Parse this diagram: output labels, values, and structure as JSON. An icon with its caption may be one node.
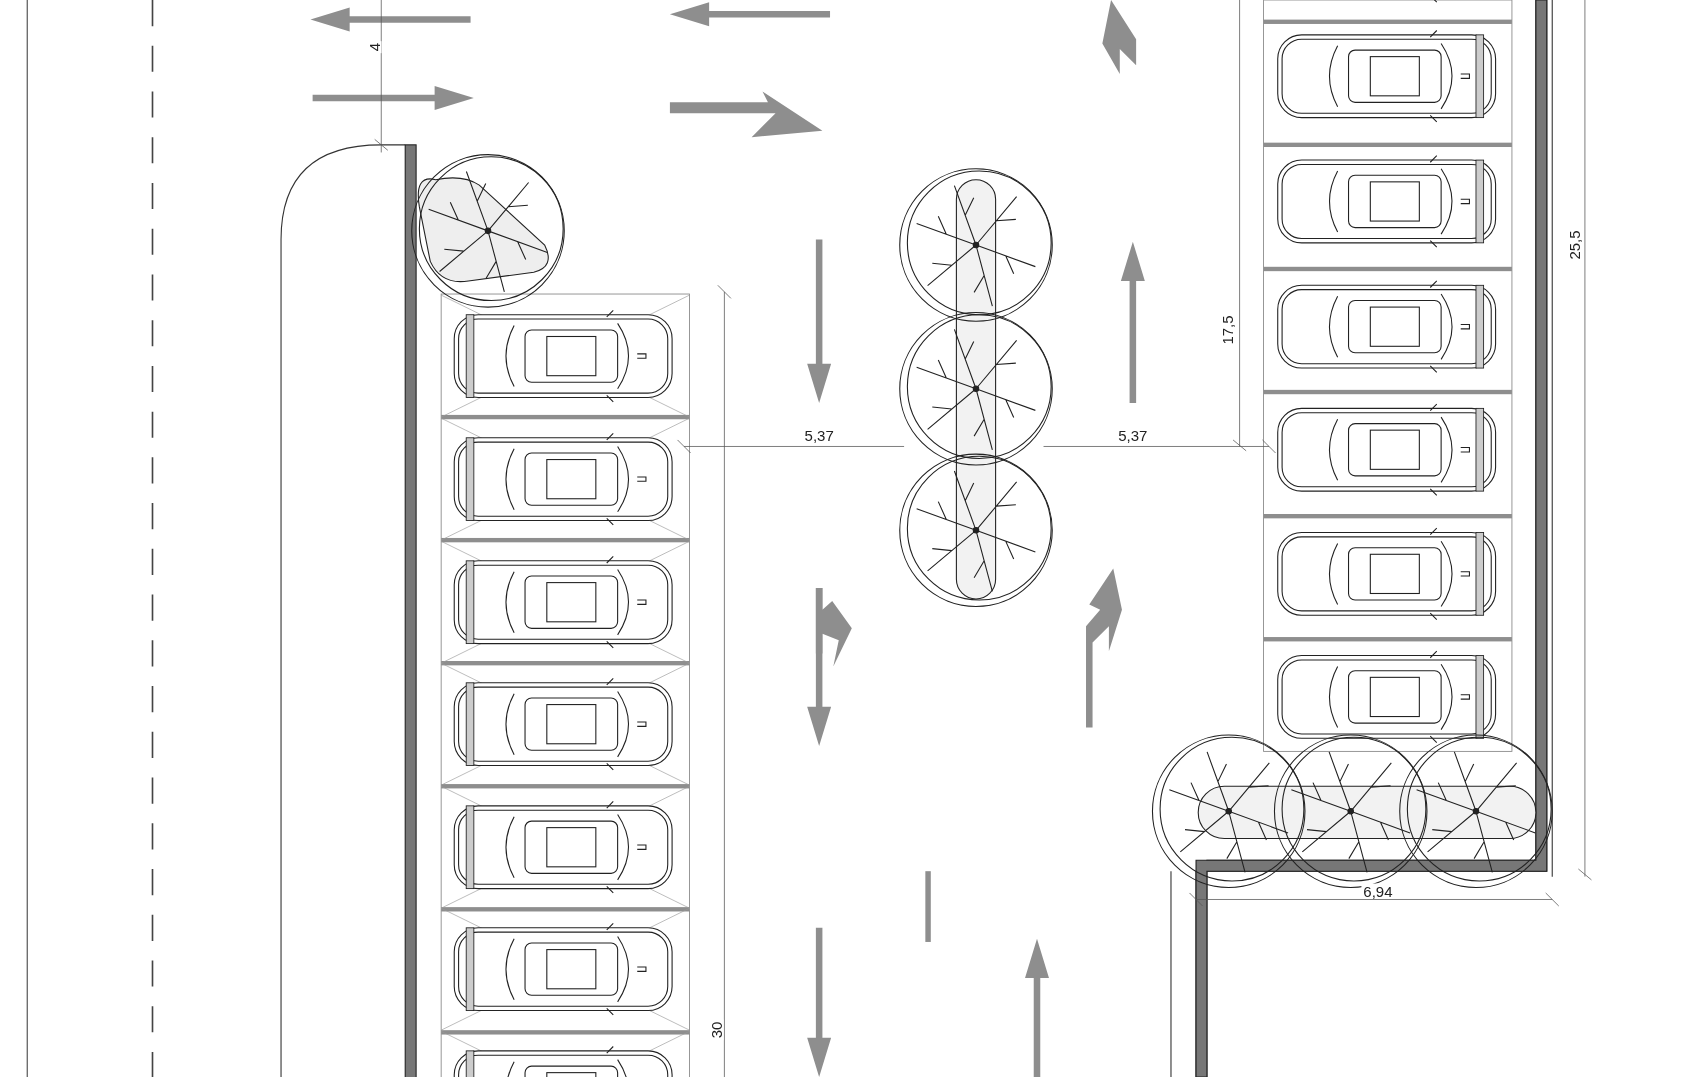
{
  "diagram": {
    "labels": [
      "4",
      "25,5",
      "17,5",
      "5,37",
      "5,37",
      "6,94",
      "30"
    ]
  }
}
